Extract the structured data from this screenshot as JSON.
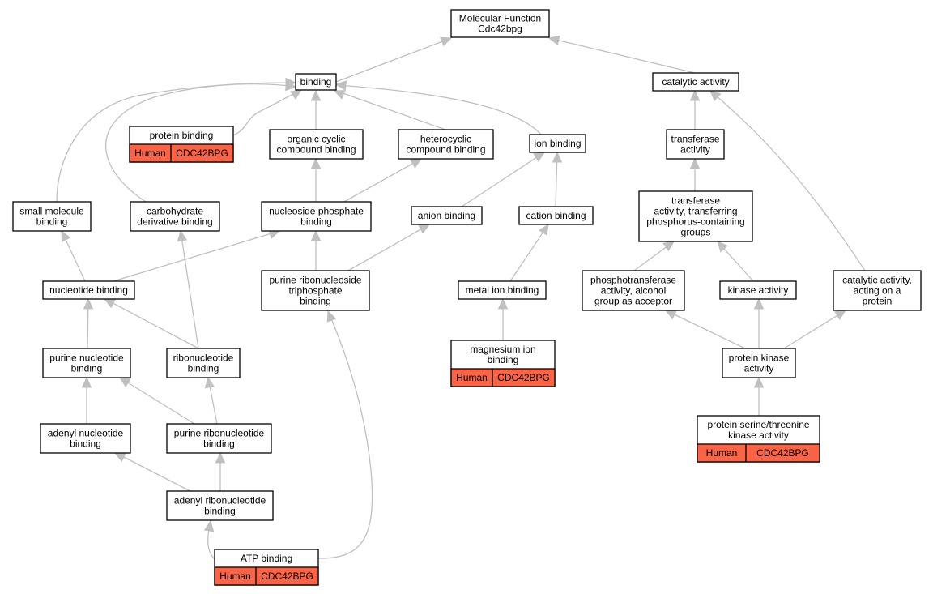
{
  "colors": {
    "annotation_fill": "#fa6345",
    "edge": "#c0c0c0",
    "border": "#000000"
  },
  "nodes": {
    "root": {
      "lines": [
        "Molecular Function",
        "Cdc42bpg"
      ]
    },
    "binding": {
      "lines": [
        "binding"
      ]
    },
    "catalytic_activity": {
      "lines": [
        "catalytic activity"
      ]
    },
    "protein_binding": {
      "lines": [
        "protein binding"
      ]
    },
    "organic_cyclic": {
      "lines": [
        "organic cyclic",
        "compound binding"
      ]
    },
    "heterocyclic": {
      "lines": [
        "heterocyclic",
        "compound binding"
      ]
    },
    "ion_binding": {
      "lines": [
        "ion binding"
      ]
    },
    "transferase_activity": {
      "lines": [
        "transferase",
        "activity"
      ]
    },
    "small_molecule": {
      "lines": [
        "small molecule",
        "binding"
      ]
    },
    "carbohydrate": {
      "lines": [
        "carbohydrate",
        "derivative binding"
      ]
    },
    "nucleoside_phosphate": {
      "lines": [
        "nucleoside phosphate",
        "binding"
      ]
    },
    "anion_binding": {
      "lines": [
        "anion binding"
      ]
    },
    "cation_binding": {
      "lines": [
        "cation binding"
      ]
    },
    "transferase_phosphorus": {
      "lines": [
        "transferase",
        "activity, transferring",
        "phosphorus-containing",
        "groups"
      ]
    },
    "nucleotide_binding": {
      "lines": [
        "nucleotide binding"
      ]
    },
    "purine_ribonucleoside": {
      "lines": [
        "purine ribonucleoside",
        "triphosphate",
        "binding"
      ]
    },
    "metal_ion": {
      "lines": [
        "metal ion binding"
      ]
    },
    "phosphotransferase": {
      "lines": [
        "phosphotransferase",
        "activity, alcohol",
        "group as acceptor"
      ]
    },
    "kinase_activity": {
      "lines": [
        "kinase activity"
      ]
    },
    "catalytic_protein": {
      "lines": [
        "catalytic activity,",
        "acting on a",
        "protein"
      ]
    },
    "purine_nucleotide": {
      "lines": [
        "purine nucleotide",
        "binding"
      ]
    },
    "ribonucleotide": {
      "lines": [
        "ribonucleotide",
        "binding"
      ]
    },
    "magnesium": {
      "lines": [
        "magnesium ion",
        "binding"
      ]
    },
    "protein_kinase": {
      "lines": [
        "protein kinase",
        "activity"
      ]
    },
    "adenyl_nucleotide": {
      "lines": [
        "adenyl nucleotide",
        "binding"
      ]
    },
    "purine_ribonucleotide": {
      "lines": [
        "purine ribonucleotide",
        "binding"
      ]
    },
    "protein_serine": {
      "lines": [
        "protein serine/threonine",
        "kinase activity"
      ]
    },
    "adenyl_ribonucleotide": {
      "lines": [
        "adenyl ribonucleotide",
        "binding"
      ]
    },
    "atp_binding": {
      "lines": [
        "ATP binding"
      ]
    }
  },
  "annotations": {
    "protein_binding": {
      "species": "Human",
      "gene": "CDC42BPG"
    },
    "magnesium": {
      "species": "Human",
      "gene": "CDC42BPG"
    },
    "protein_serine": {
      "species": "Human",
      "gene": "CDC42BPG"
    },
    "atp_binding": {
      "species": "Human",
      "gene": "CDC42BPG"
    }
  }
}
